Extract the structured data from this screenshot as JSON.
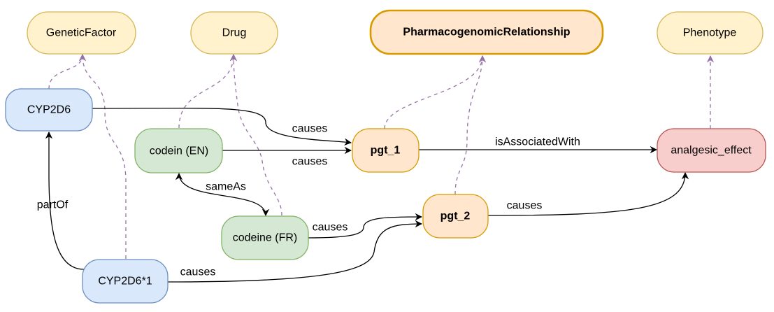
{
  "nodes": {
    "genetic_factor": "GeneticFactor",
    "drug": "Drug",
    "pharmacogenomic_relationship": "PharmacogenomicRelationship",
    "phenotype": "Phenotype",
    "cyp2d6": "CYP2D6",
    "codein_en": "codein (EN)",
    "pgt_1": "pgt_1",
    "analgesic_effect": "analgesic_effect",
    "pgt_2": "pgt_2",
    "codeine_fr": "codeine (FR)",
    "cyp2d6_1": "CYP2D6*1"
  },
  "edges": {
    "cyp2d6_causes_pgt1": "causes",
    "codein_causes_pgt1": "causes",
    "pgt1_associated_analgesic": "isAssociatedWith",
    "codein_sameas_codeine": "sameAs",
    "codeine_causes_pgt2": "causes",
    "pgt2_causes_analgesic": "causes",
    "cyp2d6_1_partof_cyp2d6": "partOf",
    "cyp2d6_1_causes_pgt2": "causes"
  },
  "colors": {
    "class_fill": "#fff2cc",
    "class_stroke": "#d6b656",
    "pgt_fill": "#ffe6cc",
    "pgt_stroke": "#d79b00",
    "gene_fill": "#dae8fc",
    "gene_stroke": "#6c8ebf",
    "drug_fill": "#d5e8d4",
    "drug_stroke": "#82b366",
    "phenotype_fill": "#f8cecc",
    "phenotype_stroke": "#b85450",
    "type_edge": "#9673a6"
  }
}
